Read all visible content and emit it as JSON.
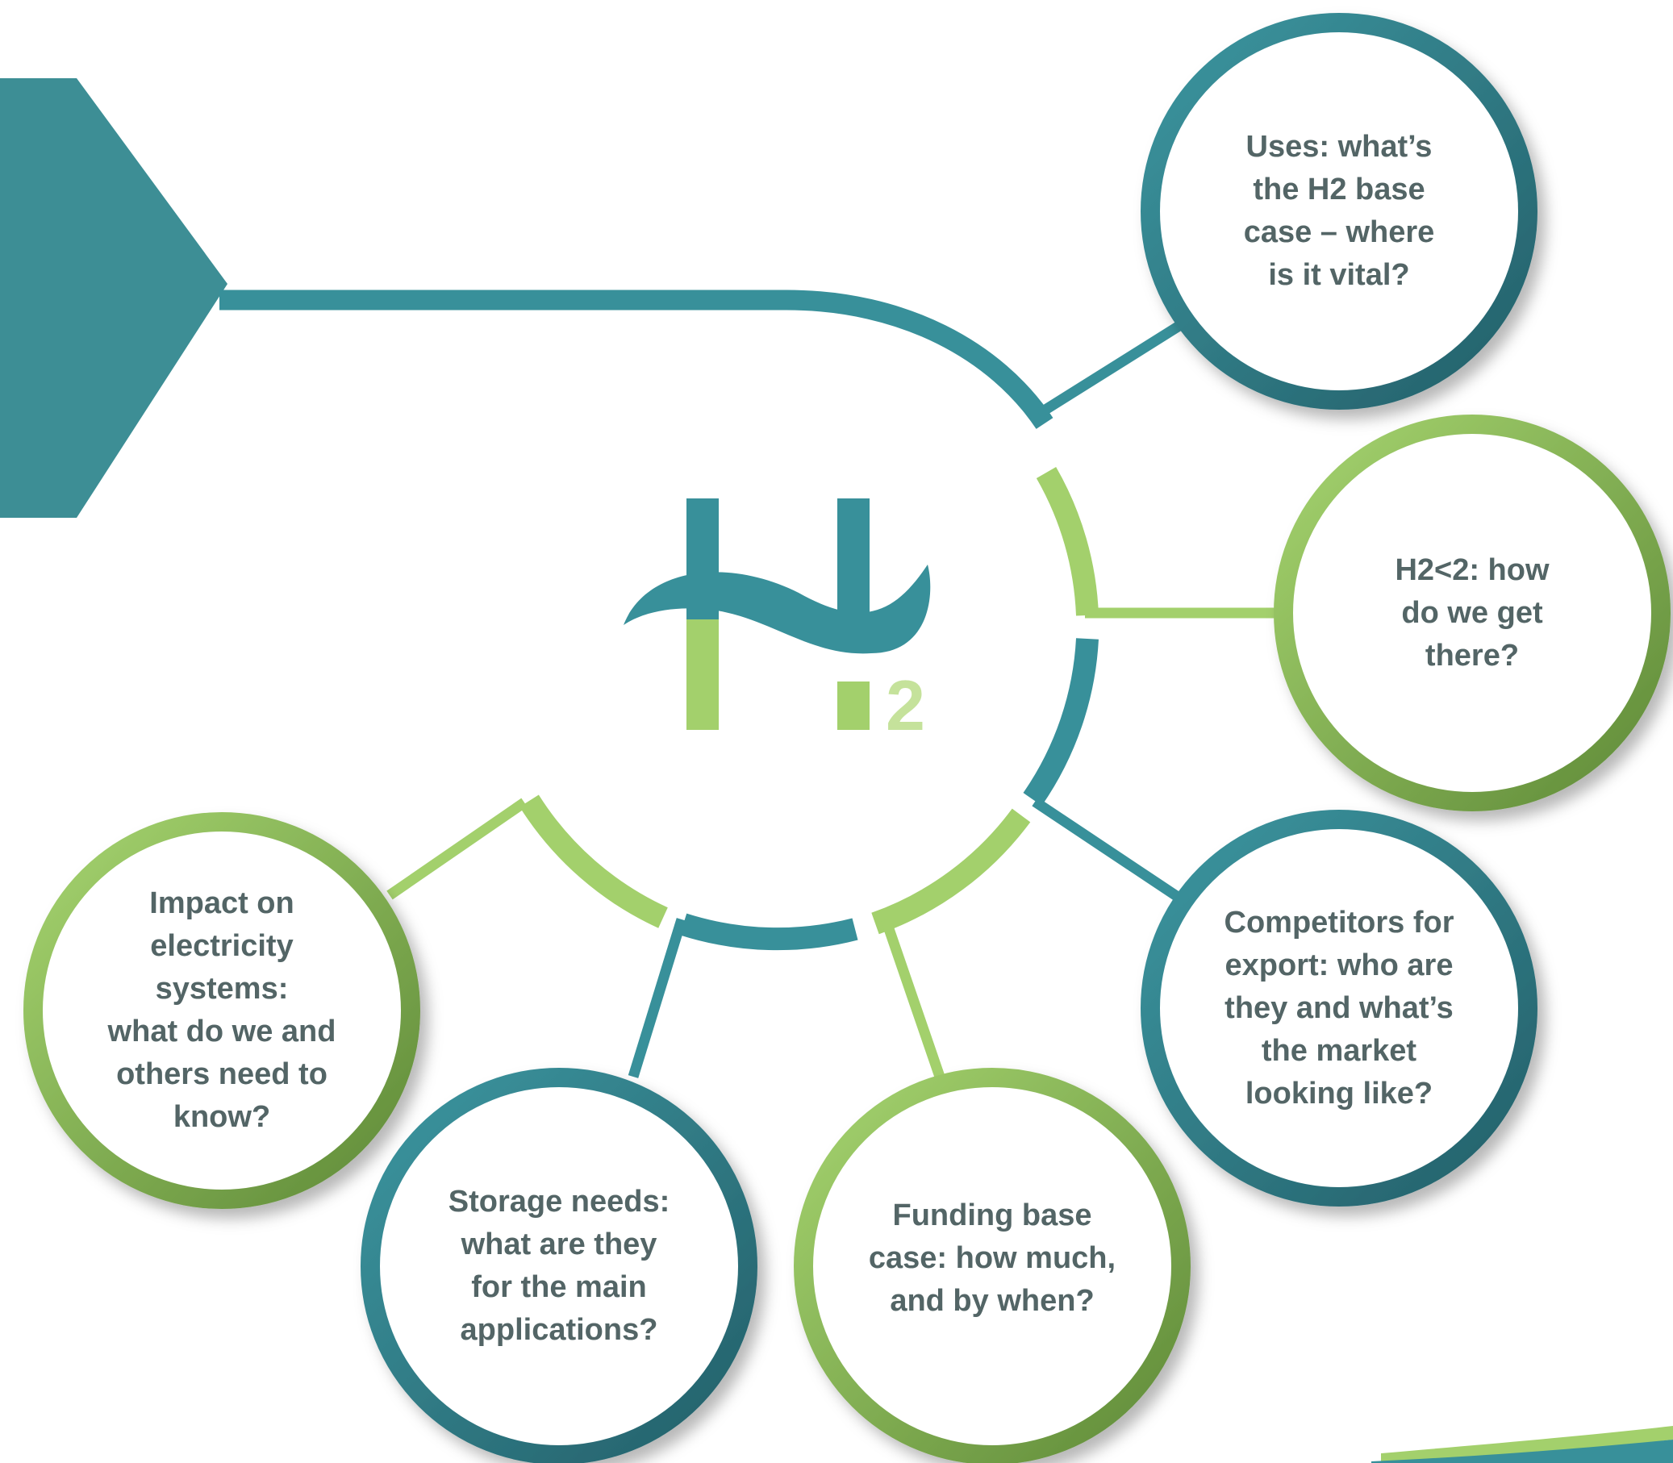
{
  "colors": {
    "teal": "#38909a",
    "teal_dark": "#2b6f79",
    "green": "#a3d06c",
    "green_dark": "#6f9a44",
    "text": "#536566",
    "h2_light": "#c5e29b"
  },
  "logo": {
    "letter": "H",
    "subscript": "2"
  },
  "nodes": [
    {
      "id": "uses",
      "color": "teal",
      "text": "Uses: what’s\nthe H2 base\ncase – where\nis it vital?"
    },
    {
      "id": "h2-less-2",
      "color": "green",
      "text": "H2<2: how\ndo we get\nthere?"
    },
    {
      "id": "competitors",
      "color": "teal",
      "text": "Competitors for\nexport: who are\nthey and what’s\nthe market\nlooking like?"
    },
    {
      "id": "funding",
      "color": "green",
      "text": "Funding base\ncase: how much,\nand by when?"
    },
    {
      "id": "storage",
      "color": "teal",
      "text": "Storage needs:\nwhat are they\nfor the main\napplications?"
    },
    {
      "id": "impact",
      "color": "green",
      "text": "Impact on\nelectricity systems:\nwhat do we and\nothers need to\nknow?"
    }
  ]
}
